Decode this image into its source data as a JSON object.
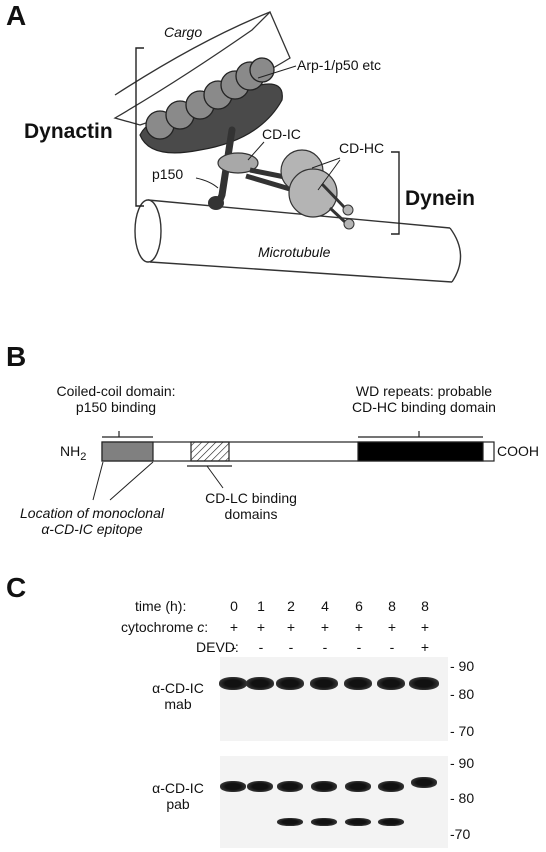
{
  "panel_a": {
    "letter": "A",
    "cargo": "Cargo",
    "arp": "Arp-1/p50 etc",
    "dynactin": "Dynactin",
    "cd_ic": "CD-IC",
    "cd_hc": "CD-HC",
    "p150": "p150",
    "dynein": "Dynein",
    "microtubule": "Microtubule"
  },
  "panel_b": {
    "letter": "B",
    "coiled_line1": "Coiled-coil domain:",
    "coiled_line2": "p150 binding",
    "wd_line1": "WD repeats: probable",
    "wd_line2": "CD-HC binding domain",
    "nh2": "NH",
    "nh2_sub": "2",
    "cooh": "COOH",
    "loc_line1": "Location of monoclonal",
    "loc_line2": "α-CD-IC epitope",
    "cdlc_line1": "CD-LC binding",
    "cdlc_line2": "domains"
  },
  "panel_c": {
    "letter": "C",
    "row_time_label": "time (h):",
    "row_cyto_label": "cytochrome c:",
    "row_devd_label": "DEVD:",
    "times": [
      "0",
      "1",
      "2",
      "4",
      "6",
      "8",
      "8"
    ],
    "cyto": [
      "+",
      "+",
      "+",
      "+",
      "+",
      "+",
      "+"
    ],
    "devd": [
      "-",
      "-",
      "-",
      "-",
      "-",
      "-",
      "+"
    ],
    "blot1_label_line1": "α-CD-IC",
    "blot1_label_line2": "mab",
    "blot2_label_line1": "α-CD-IC",
    "blot2_label_line2": "pab",
    "blot1_markers": [
      "- 90",
      "- 80",
      "- 70"
    ],
    "blot2_markers": [
      "- 90",
      "- 80",
      "-70"
    ]
  }
}
